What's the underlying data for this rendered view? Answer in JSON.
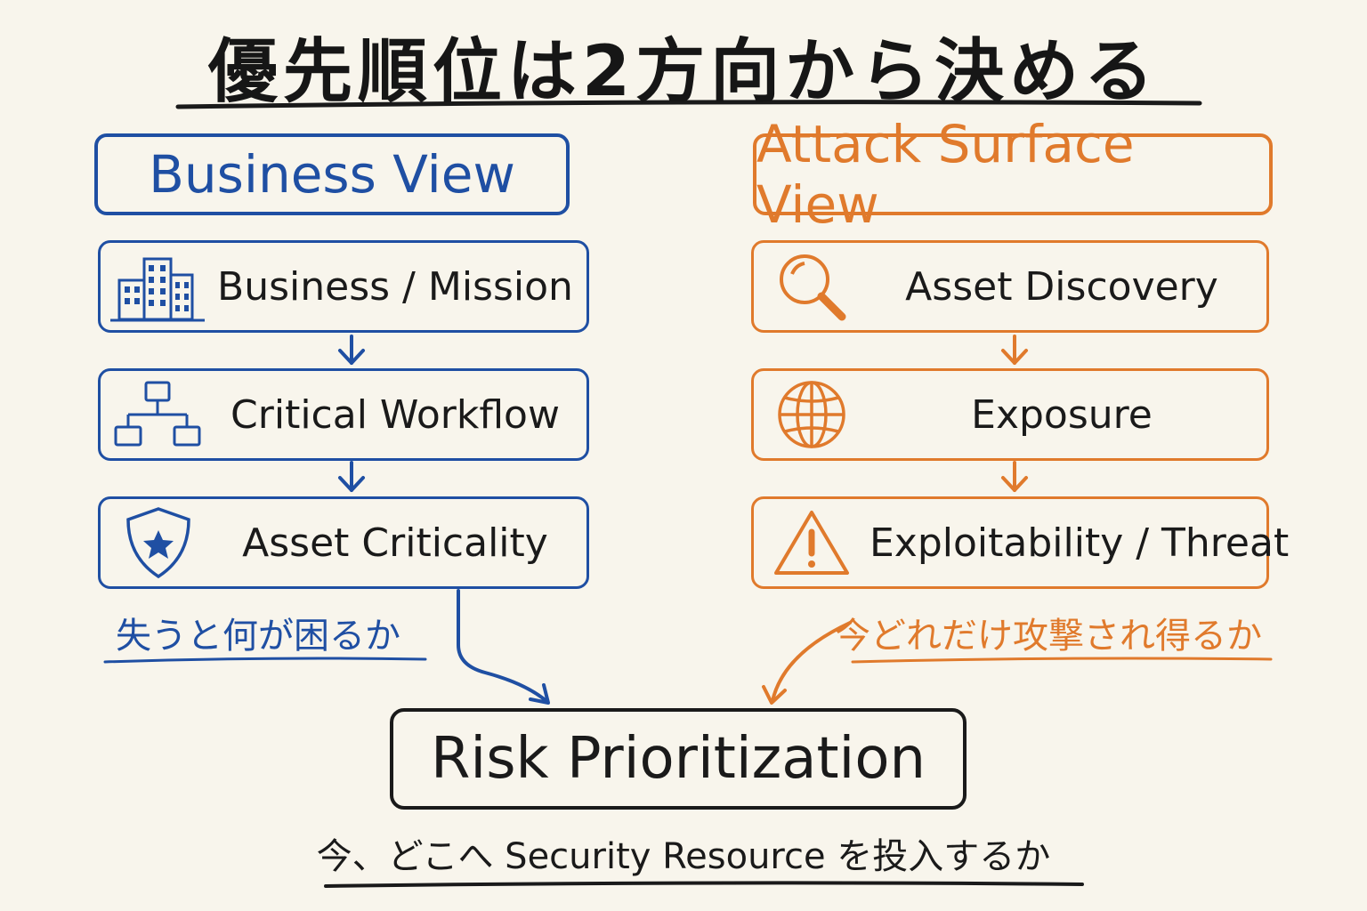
{
  "title": "優先順位は2方向から決める",
  "colors": {
    "business": "#1f4fa3",
    "attack": "#e07a2c",
    "ink": "#1a1a1a",
    "background": "#f8f5ec"
  },
  "business": {
    "header": "Business View",
    "steps": [
      {
        "label": "Business / Mission",
        "icon": "buildings-icon"
      },
      {
        "label": "Critical Workflow",
        "icon": "hierarchy-icon"
      },
      {
        "label": "Asset Criticality",
        "icon": "shield-star-icon"
      }
    ],
    "note": "失うと何が困るか"
  },
  "attack": {
    "header": "Attack Surface View",
    "steps": [
      {
        "label": "Asset Discovery",
        "icon": "magnifier-icon"
      },
      {
        "label": "Exposure",
        "icon": "globe-icon"
      },
      {
        "label": "Exploitability / Threat",
        "icon": "warning-icon"
      }
    ],
    "note": "今どれだけ攻撃され得るか"
  },
  "result": {
    "label": "Risk Prioritization",
    "question": "今、どこへ Security Resource を投入するか"
  }
}
